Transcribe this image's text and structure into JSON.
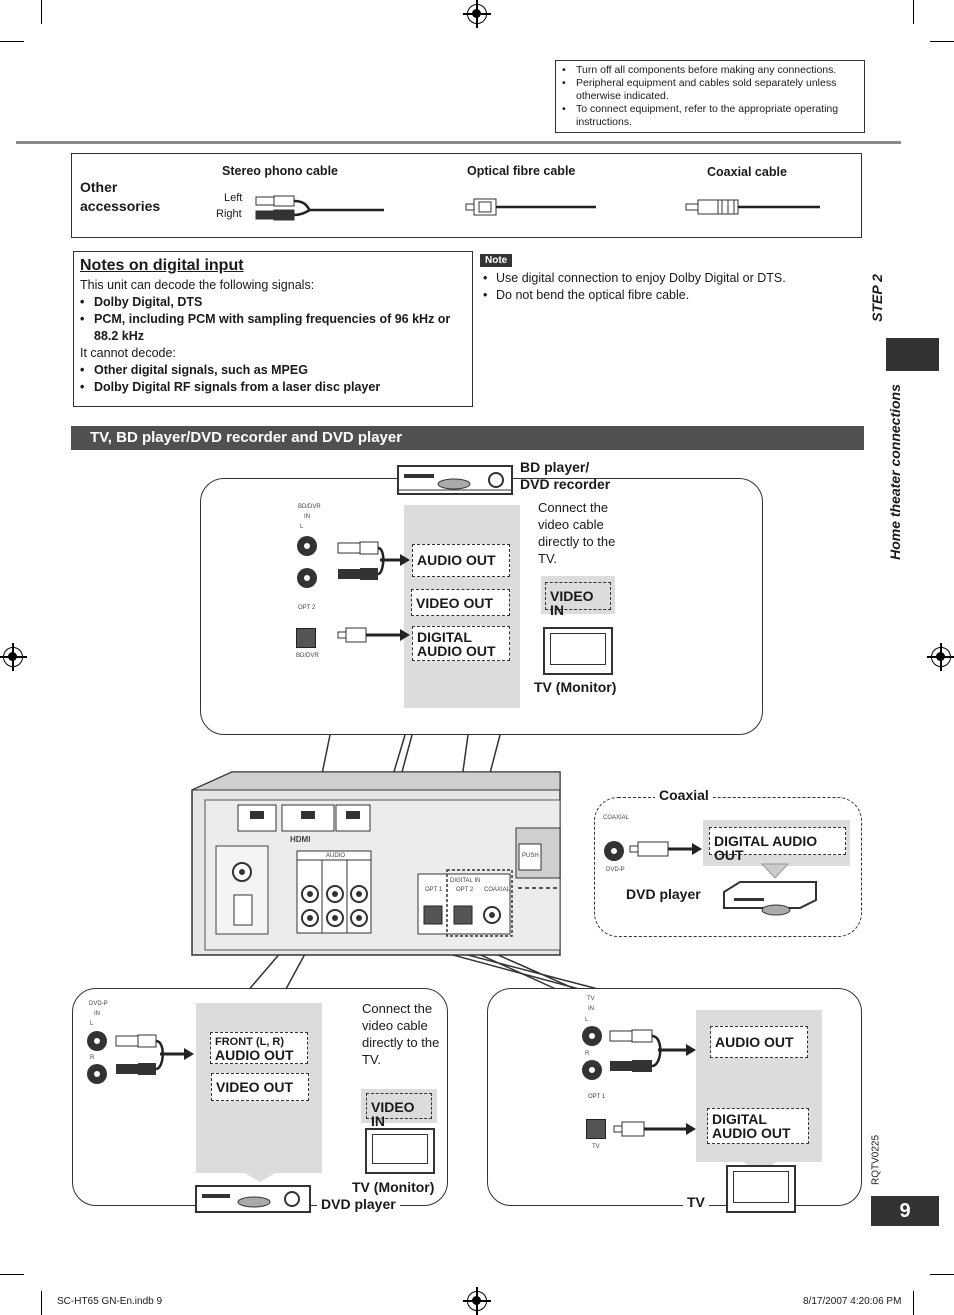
{
  "top_notes": [
    "Turn off all components before making any connections.",
    "Peripheral equipment and cables sold separately unless otherwise indicated.",
    "To connect equipment, refer to the appropriate operating instructions."
  ],
  "accessories": {
    "title": "Other accessories",
    "stereo_label": "Stereo phono cable",
    "optical_label": "Optical fibre cable",
    "coaxial_label": "Coaxial cable",
    "left": "Left",
    "right": "Right"
  },
  "digital_notes": {
    "heading": "Notes on digital input",
    "intro": "This unit can decode the following signals:",
    "can": [
      "Dolby Digital, DTS",
      "PCM, including PCM with sampling frequencies of 96 kHz or 88.2 kHz"
    ],
    "cannot_intro": "It cannot decode:",
    "cannot": [
      "Other digital signals, such as MPEG",
      "Dolby Digital RF signals from a laser disc player"
    ]
  },
  "note": {
    "badge": "Note",
    "items": [
      "Use digital connection to enjoy Dolby Digital or DTS.",
      "Do not bend the optical fibre cable."
    ]
  },
  "section_title": "TV, BD player/DVD recorder and DVD player",
  "side": {
    "step": "STEP 2",
    "home": "Home theater connections",
    "code": "RQTV0225",
    "page": "9"
  },
  "bd_panel": {
    "device": "BD player/\nDVD recorder",
    "connect_note": "Connect the video cable directly to the TV.",
    "audio_out": "AUDIO OUT",
    "video_out": "VIDEO OUT",
    "digital_audio_out": "DIGITAL AUDIO OUT",
    "video_in": "VIDEO IN",
    "tv_monitor": "TV (Monitor)",
    "jack_top": "BD/DVR",
    "jack_in": "IN",
    "jack_l": "L",
    "jack_opt": "OPT 2",
    "jack_opt_label": "BD/DVR"
  },
  "coaxial_panel": {
    "title": "Coaxial",
    "digital_audio_out": "DIGITAL AUDIO OUT",
    "device": "DVD player",
    "jack_top": "COAXIAL",
    "jack_bottom": "DVD-P"
  },
  "dvd_panel": {
    "front": "FRONT (L, R)",
    "audio_out": "AUDIO OUT",
    "video_out": "VIDEO OUT",
    "connect_note": "Connect the video cable directly to the TV.",
    "video_in": "VIDEO IN",
    "tv_monitor": "TV (Monitor)",
    "device": "DVD player",
    "jack_top": "DVD-P",
    "jack_in": "IN",
    "jack_l": "L",
    "jack_r": "R"
  },
  "tv_panel": {
    "audio_out": "AUDIO OUT",
    "digital_audio_out": "DIGITAL AUDIO OUT",
    "device": "TV",
    "jack_top": "TV",
    "jack_in": "IN",
    "jack_l": "L",
    "jack_r": "R",
    "jack_opt": "OPT 1",
    "jack_opt_label": "TV"
  },
  "unit_labels": {
    "hdmi": "HDMI",
    "push": "PUSH",
    "audio": "AUDIO",
    "digital_in": "DIGITAL IN",
    "opt1": "OPT 1",
    "opt2": "OPT 2",
    "coaxial": "COAXIAL"
  },
  "footer": {
    "file": "SC-HT65 GN-En.indb   9",
    "date": "8/17/2007   4:20:06 PM"
  }
}
